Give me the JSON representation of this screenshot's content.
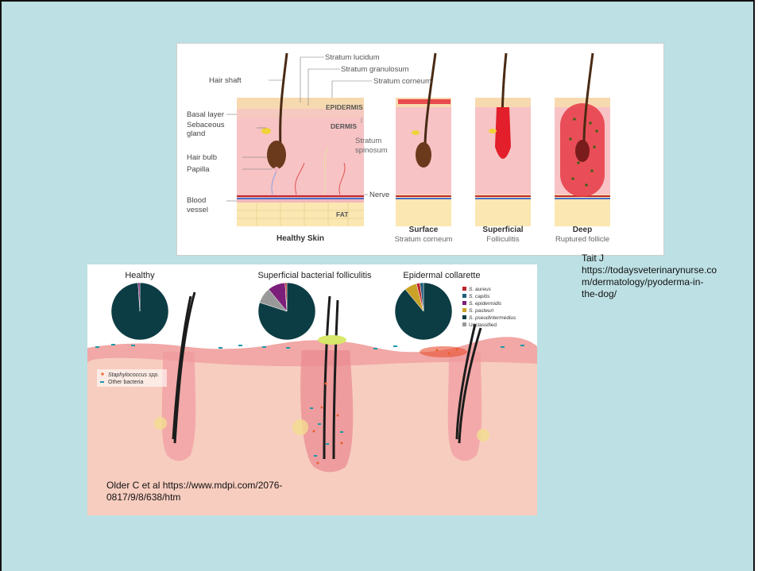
{
  "top_diagram": {
    "labels": {
      "hair_shaft": "Hair shaft",
      "stratum_lucidum": "Stratum lucidum",
      "stratum_granulosum": "Stratum granulosum",
      "stratum_corneum": "Stratum corneum",
      "basal_layer": "Basal layer",
      "sebaceous_gland_1": "Sebaceous",
      "sebaceous_gland_2": "gland",
      "epidermis": "EPIDERMIS",
      "dermis": "DERMIS",
      "stratum_spinosum_1": "Stratum",
      "stratum_spinosum_2": "spinosum",
      "hair_bulb": "Hair bulb",
      "papilla": "Papilla",
      "blood_vessel_1": "Blood",
      "blood_vessel_2": "vessel",
      "nerve": "Nerve",
      "fat": "FAT"
    },
    "panels": [
      {
        "title": "Healthy Skin",
        "subtitle": ""
      },
      {
        "title": "Surface",
        "subtitle": "Stratum corneum"
      },
      {
        "title": "Superficial",
        "subtitle": "Folliculitis"
      },
      {
        "title": "Deep",
        "subtitle": "Ruptured follicle"
      }
    ]
  },
  "top_citation": {
    "line1": "Tait J",
    "line2": "https://todaysveterinarynurse.co",
    "line3": "m/dermatology/pyoderma-in-",
    "line4": "the-dog/"
  },
  "bottom_diagram": {
    "titles": [
      "Healthy",
      "Superficial bacterial folliculitis",
      "Epidermal collarette"
    ],
    "legend_species": [
      {
        "name": "S. aureus",
        "color": "#c0272d"
      },
      {
        "name": "S. capitis",
        "color": "#1f5f7a"
      },
      {
        "name": "S. epidermidis",
        "color": "#7b1f7a"
      },
      {
        "name": "S. pasteuri",
        "color": "#c9a227"
      },
      {
        "name": "S. pseudintermedius",
        "color": "#0d3d44"
      },
      {
        "name": "Unclassified",
        "color": "#999999"
      }
    ],
    "bacteria_legend": {
      "staph": "Staphylococcus spp.",
      "staph_suffix": "",
      "other": "Other bacteria"
    },
    "pies": [
      {
        "slices": [
          {
            "label": "S. pseudintermedius",
            "fraction": 0.99
          },
          {
            "label": "S. epidermidis",
            "fraction": 0.01
          }
        ]
      },
      {
        "slices": [
          {
            "label": "S. pseudintermedius",
            "fraction": 0.8
          },
          {
            "label": "Unclassified",
            "fraction": 0.09
          },
          {
            "label": "S. epidermidis",
            "fraction": 0.1
          },
          {
            "label": "S. aureus",
            "fraction": 0.01
          }
        ]
      },
      {
        "slices": [
          {
            "label": "S. pseudintermedius",
            "fraction": 0.89
          },
          {
            "label": "S. pasteuri",
            "fraction": 0.07
          },
          {
            "label": "S. aureus",
            "fraction": 0.02
          },
          {
            "label": "S. capitis",
            "fraction": 0.02
          }
        ]
      }
    ]
  },
  "bottom_citation": {
    "line1": "Older C et al https://www.mdpi.com/2076-",
    "line2": "0817/9/8/638/htm"
  }
}
